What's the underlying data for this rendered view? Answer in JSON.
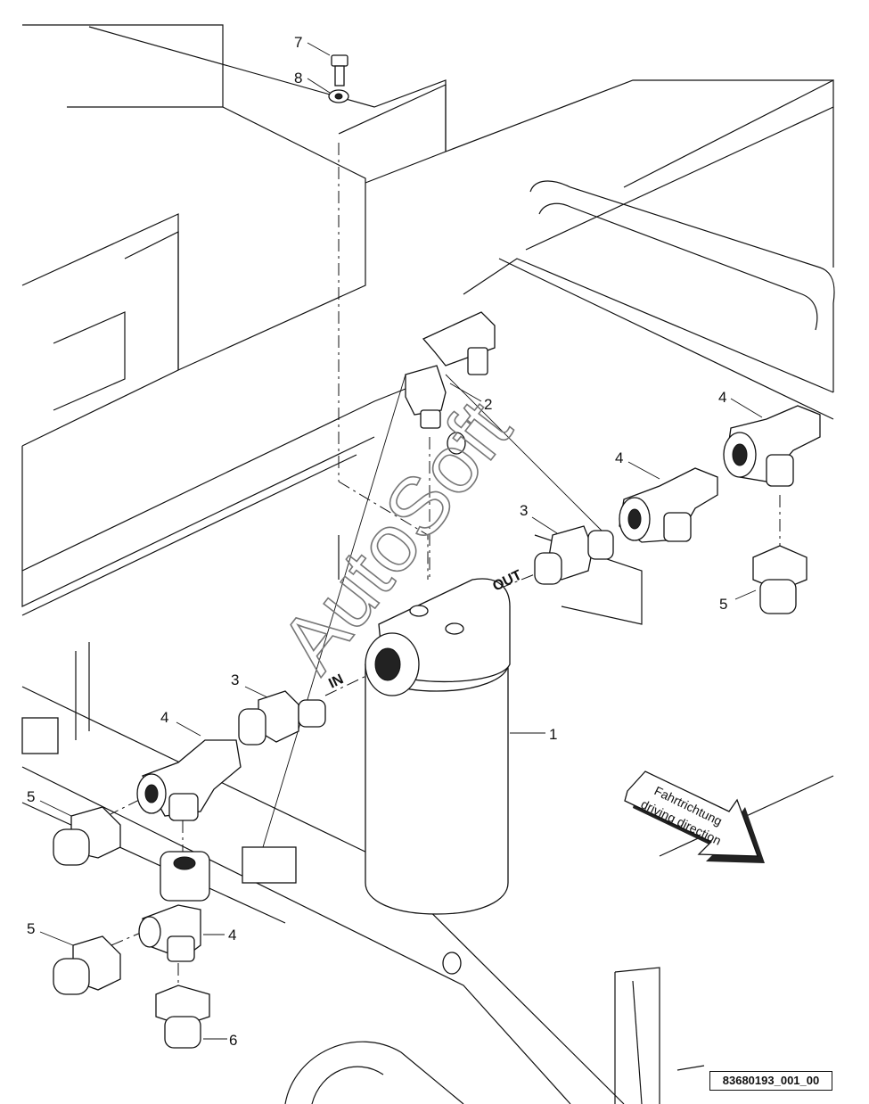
{
  "callouts": {
    "c1": "1",
    "c2": "2",
    "c3a": "3",
    "c3b": "3",
    "c4a": "4",
    "c4b": "4",
    "c4c": "4",
    "c4d": "4",
    "c5a": "5",
    "c5b": "5",
    "c5c": "5",
    "c6": "6",
    "c7": "7",
    "c8": "8"
  },
  "ports": {
    "in": "IN",
    "out": "OUT"
  },
  "direction_arrow": {
    "line1": "Fahrtrichtung",
    "line2": "driving direction"
  },
  "watermark": "AutoSoft",
  "reference_id": "83680193_001_00"
}
